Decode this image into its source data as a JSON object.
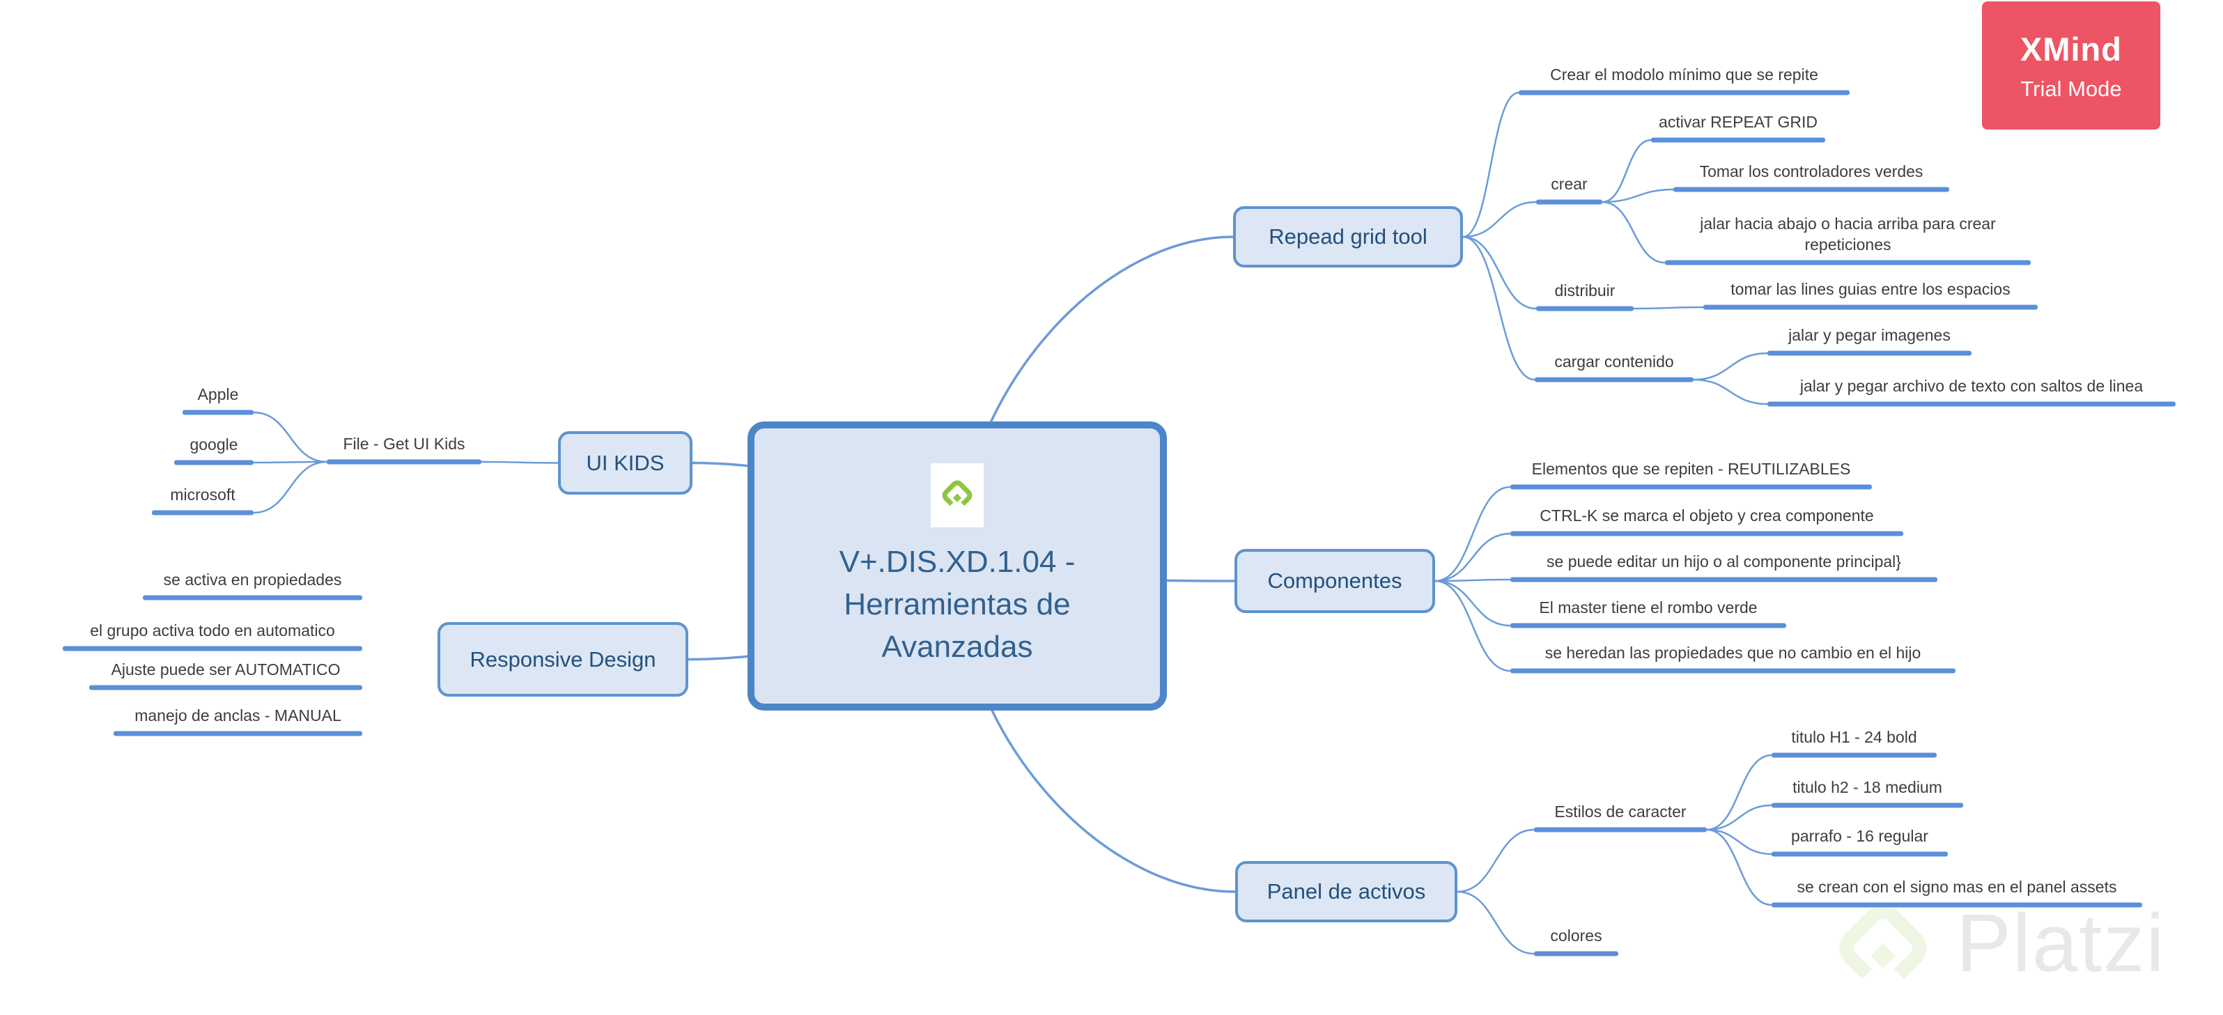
{
  "badge": {
    "title": "XMind",
    "subtitle": "Trial Mode"
  },
  "watermark": {
    "brand": "Platzi"
  },
  "colors": {
    "branch_line": "#6b9bd8",
    "topic_underline": "#5b8fd9",
    "box_fill": "#dce6f4",
    "box_border": "#5e93ce",
    "box_text": "#24507c",
    "central_fill": "#dbe4f3",
    "central_border": "#4d86c8",
    "central_text": "#31618f",
    "leaf_text": "#3d3d3d",
    "badge_bg": "#ed5564",
    "logo_green": "#8dc63f",
    "watermark_text": "#e8e8e8"
  },
  "mindmap": {
    "topics": [
      {
        "id": "central",
        "parent": null,
        "label": "V+.DIS.XD.1.04 - Herramientas de Avanzadas"
      },
      {
        "id": "uikids",
        "parent": "central",
        "label": "UI KIDS"
      },
      {
        "id": "file",
        "parent": "uikids",
        "label": "File - Get UI Kids"
      },
      {
        "id": "apple",
        "parent": "file",
        "label": "Apple"
      },
      {
        "id": "google",
        "parent": "file",
        "label": "google"
      },
      {
        "id": "microsoft",
        "parent": "file",
        "label": "microsoft"
      },
      {
        "id": "responsive",
        "parent": "central",
        "label": "Responsive Design"
      },
      {
        "id": "resp1",
        "parent": "responsive",
        "label": "se activa en propiedades"
      },
      {
        "id": "resp2",
        "parent": "responsive",
        "label": "el grupo activa todo en automatico"
      },
      {
        "id": "resp3",
        "parent": "responsive",
        "label": "Ajuste puede ser AUTOMATICO"
      },
      {
        "id": "resp4",
        "parent": "responsive",
        "label": "manejo de anclas - MANUAL"
      },
      {
        "id": "repead",
        "parent": "central",
        "label": "Repead grid tool"
      },
      {
        "id": "rg1",
        "parent": "repead",
        "label": "Crear el modolo mínimo que se repite"
      },
      {
        "id": "crear",
        "parent": "repead",
        "label": "crear"
      },
      {
        "id": "crear1",
        "parent": "crear",
        "label": "activar REPEAT GRID"
      },
      {
        "id": "crear2",
        "parent": "crear",
        "label": "Tomar los controladores verdes"
      },
      {
        "id": "crear3",
        "parent": "crear",
        "label": "jalar hacia abajo o hacia arriba para crear repeticiones"
      },
      {
        "id": "distribuir",
        "parent": "repead",
        "label": "distribuir"
      },
      {
        "id": "dist1",
        "parent": "distribuir",
        "label": "tomar las lines guias entre los espacios"
      },
      {
        "id": "cargar",
        "parent": "repead",
        "label": "cargar contenido"
      },
      {
        "id": "cargar1",
        "parent": "cargar",
        "label": "jalar y pegar imagenes"
      },
      {
        "id": "cargar2",
        "parent": "cargar",
        "label": "jalar y pegar archivo de texto con saltos de linea"
      },
      {
        "id": "componentes",
        "parent": "central",
        "label": "Componentes"
      },
      {
        "id": "comp1",
        "parent": "componentes",
        "label": "Elementos que se repiten - REUTILIZABLES"
      },
      {
        "id": "comp2",
        "parent": "componentes",
        "label": "CTRL-K se marca el objeto y crea componente"
      },
      {
        "id": "comp3",
        "parent": "componentes",
        "label": "se puede editar un hijo o al componente principal}"
      },
      {
        "id": "comp4",
        "parent": "componentes",
        "label": "El master tiene el rombo verde"
      },
      {
        "id": "comp5",
        "parent": "componentes",
        "label": "se heredan las propiedades que no cambio en el hijo"
      },
      {
        "id": "panel",
        "parent": "central",
        "label": "Panel de activos"
      },
      {
        "id": "estilos",
        "parent": "panel",
        "label": "Estilos de caracter"
      },
      {
        "id": "est1",
        "parent": "estilos",
        "label": "titulo H1 - 24 bold"
      },
      {
        "id": "est2",
        "parent": "estilos",
        "label": "titulo h2 - 18 medium"
      },
      {
        "id": "est3",
        "parent": "estilos",
        "label": "parrafo - 16 regular"
      },
      {
        "id": "est4",
        "parent": "estilos",
        "label": "se crean con el signo mas en el panel assets"
      },
      {
        "id": "colores",
        "parent": "panel",
        "label": "colores"
      }
    ]
  }
}
